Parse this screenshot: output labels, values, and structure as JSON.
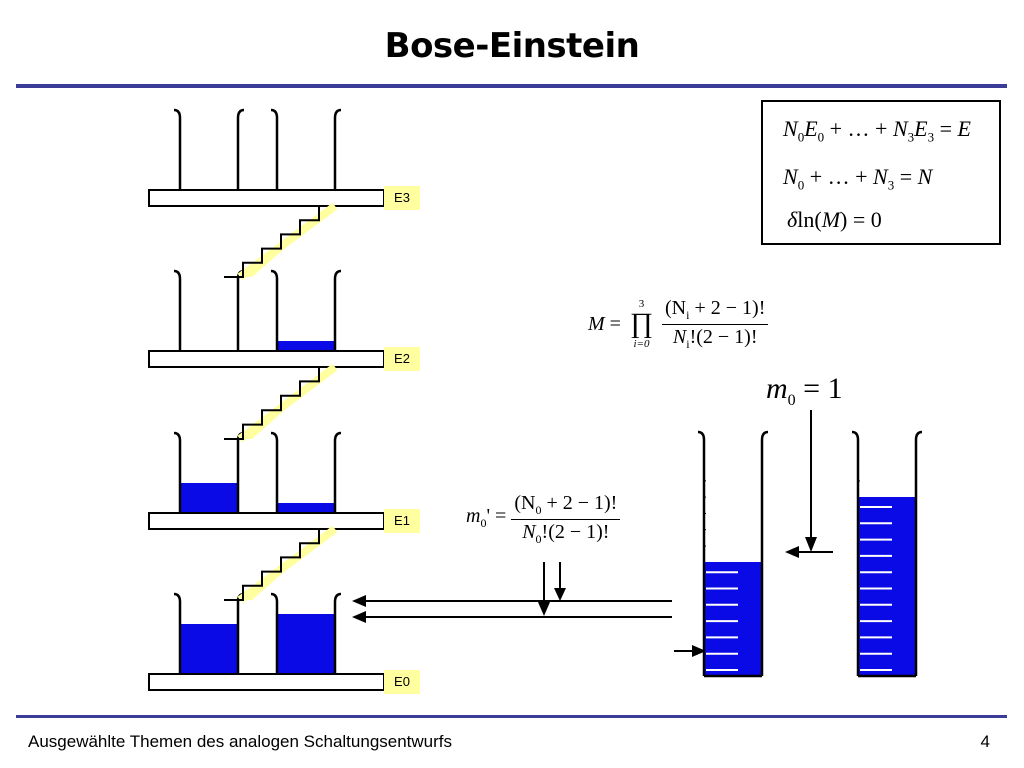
{
  "slide": {
    "title": "Bose-Einstein",
    "footer_text": "Ausgewählte Themen des analogen Schaltungsentwurfs",
    "page_number": "4"
  },
  "levels": [
    {
      "label": "E3",
      "fill": [
        0,
        0,
        0
      ]
    },
    {
      "label": "E2",
      "fill": [
        0,
        0,
        1
      ]
    },
    {
      "label": "E1",
      "fill": [
        3,
        0,
        1
      ]
    },
    {
      "label": "E0",
      "fill": [
        5,
        0,
        6
      ]
    }
  ],
  "equations": {
    "energy": {
      "lhs_a": "N",
      "sub_a": "0",
      "lhs_b": "E",
      "sub_b": "0",
      "mid": " + … + ",
      "lhs_c": "N",
      "sub_c": "3",
      "lhs_d": "E",
      "sub_d": "3",
      "rhs": " = ",
      "rhs_var": "E"
    },
    "count": {
      "a": "N",
      "sub_a": "0",
      "mid": " + … + ",
      "b": "N",
      "sub_b": "3",
      "eq": " = ",
      "rhs": "N"
    },
    "extremum": {
      "delta": "δ",
      "fn": "ln(",
      "var": "M",
      "close": ") = 0"
    },
    "multiplicity": {
      "lhs": "M",
      "eq": " = ",
      "prod": "∏",
      "upper": "3",
      "lower": "i=0",
      "num": "(N",
      "num_sub": "i",
      "num_rest": " + 2 − 1)!",
      "den": "N",
      "den_sub": "i",
      "den_rest": "!(2 − 1)!"
    },
    "m0": {
      "var": "m",
      "sub": "0",
      "rest": " = 1"
    },
    "m0_prime": {
      "var": "m",
      "sub": "0",
      "prime": "' = ",
      "num": "(N",
      "num_sub": "0",
      "num_rest": " + 2 − 1)!",
      "den": "N",
      "den_sub": "0",
      "den_rest": "!(2 − 1)!"
    }
  },
  "colors": {
    "water": "#0a0ae6",
    "stair_fill": "#ffffa0",
    "label_bg": "#ffffa0",
    "rule": "#3b3b98",
    "line": "#000000"
  }
}
